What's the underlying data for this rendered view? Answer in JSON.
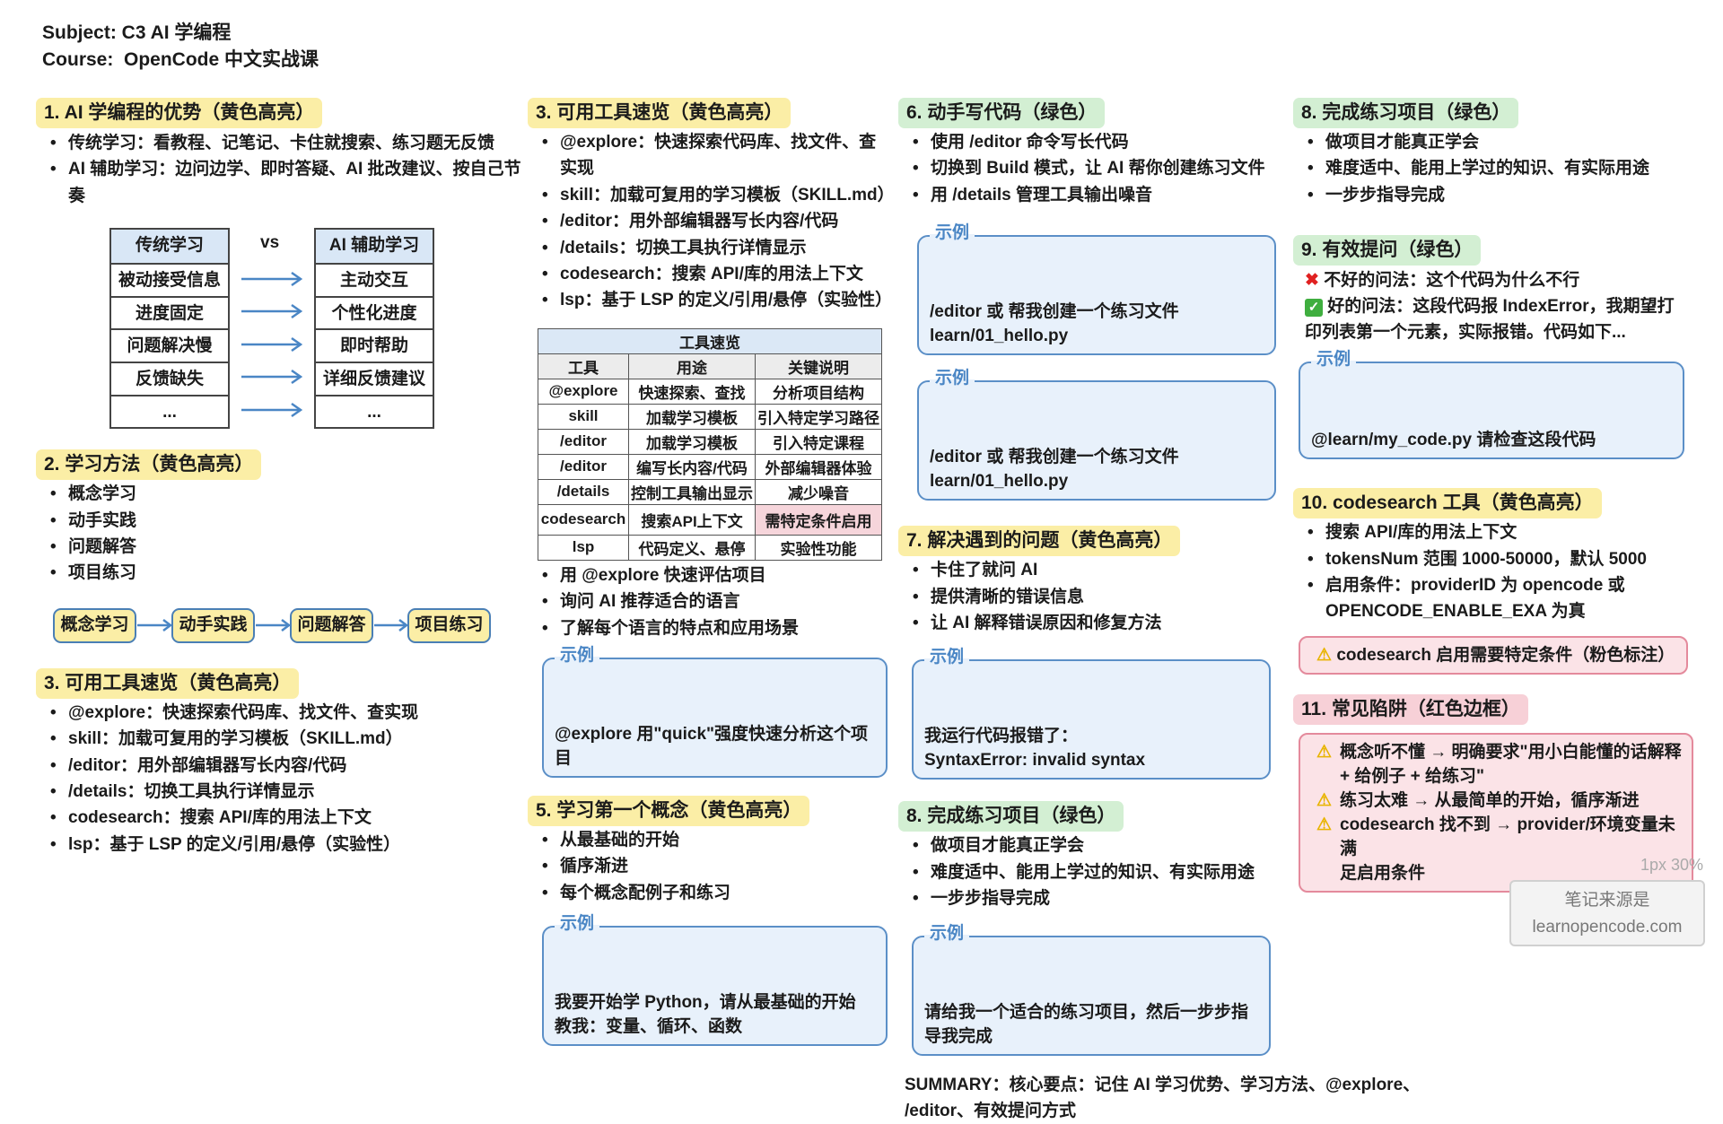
{
  "header": {
    "subject": "Subject: C3 AI 学编程",
    "course": "Course:  OpenCode 中文实战课"
  },
  "s1": {
    "title": "1. AI 学编程的优势（黄色高亮）",
    "bullets": [
      "传统学习：看教程、记笔记、卡住就搜索、练习题无反馈",
      "AI 辅助学习：边问边学、即时答疑、AI 批改建议、按自己节奏"
    ],
    "compare": {
      "left_header": "传统学习",
      "right_header": "AI 辅助学习",
      "vs": "vs",
      "left": [
        "被动接受信息",
        "进度固定",
        "问题解决慢",
        "反馈缺失",
        "..."
      ],
      "right": [
        "主动交互",
        "个性化进度",
        "即时帮助",
        "详细反馈建议",
        "..."
      ]
    }
  },
  "s2": {
    "title": "2. 学习方法（黄色高亮）",
    "bullets": [
      "概念学习",
      "动手实践",
      "问题解答",
      "项目练习"
    ],
    "flow": [
      "概念学习",
      "动手实践",
      "问题解答",
      "项目练习"
    ]
  },
  "s3a": {
    "title": "3. 可用工具速览（黄色高亮）",
    "bullets": [
      "@explore：快速探索代码库、找文件、查实现",
      "skill：加载可复用的学习模板（SKILL.md）",
      "/editor：用外部编辑器写长内容/代码",
      "/details：切换工具执行详情显示",
      "codesearch：搜索 API/库的用法上下文",
      "lsp：基于 LSP 的定义/引用/悬停（实验性）"
    ]
  },
  "s3b": {
    "title": "3. 可用工具速览（黄色高亮）",
    "bullets": [
      "@explore：快速探索代码库、找文件、查实现",
      "skill：加载可复用的学习模板（SKILL.md）",
      "/editor：用外部编辑器写长内容/代码",
      "/details：切换工具执行详情显示",
      "codesearch：搜索 API/库的用法上下文",
      "lsp：基于 LSP 的定义/引用/悬停（实验性）"
    ],
    "table": {
      "title": "工具速览",
      "headers": [
        "工具",
        "用途",
        "关键说明"
      ],
      "rows": [
        [
          "@explore",
          "快速探索、查找",
          "分析项目结构"
        ],
        [
          "skill",
          "加载学习模板",
          "引入特定学习路径"
        ],
        [
          "/editor",
          "加载学习模板",
          "引入特定课程"
        ],
        [
          "/editor",
          "编写长内容/代码",
          "外部编辑器体验"
        ],
        [
          "/details",
          "控制工具输出显示",
          "减少噪音"
        ],
        [
          "codesearch",
          "搜索API上下文",
          "需特定条件启用"
        ],
        [
          "lsp",
          "代码定义、悬停",
          "实验性功能"
        ]
      ]
    },
    "bullets2": [
      "用 @explore 快速评估项目",
      "询问 AI 推荐适合的语言",
      "了解每个语言的特点和应用场景"
    ],
    "example": {
      "label": "示例",
      "text": "@explore 用\"quick\"强度快速分析这个项目"
    }
  },
  "s5": {
    "title": "5. 学习第一个概念（黄色高亮）",
    "bullets": [
      "从最基础的开始",
      "循序渐进",
      "每个概念配例子和练习"
    ],
    "example": {
      "label": "示例",
      "text": "我要开始学 Python，请从最基础的开始\n教我：变量、循环、函数"
    }
  },
  "s6": {
    "title": "6. 动手写代码（绿色）",
    "bullets": [
      "使用 /editor 命令写长代码",
      "切换到 Build 模式，让 AI 帮你创建练习文件",
      "用 /details 管理工具输出噪音"
    ],
    "examples": [
      {
        "label": "示例",
        "text": "/editor 或 帮我创建一个练习文件\nlearn/01_hello.py"
      },
      {
        "label": "示例",
        "text": "/editor 或 帮我创建一个练习文件\nlearn/01_hello.py"
      }
    ]
  },
  "s7": {
    "title": "7. 解决遇到的问题（黄色高亮）",
    "bullets": [
      "卡住了就问 AI",
      "提供清晰的错误信息",
      "让 AI 解释错误原因和修复方法"
    ],
    "example": {
      "label": "示例",
      "text": "我运行代码报错了：\nSyntaxError: invalid syntax"
    }
  },
  "s8a": {
    "title": "8. 完成练习项目（绿色）",
    "bullets": [
      "做项目才能真正学会",
      "难度适中、能用上学过的知识、有实际用途",
      "一步步指导完成"
    ],
    "example": {
      "label": "示例",
      "text": "请给我一个适合的练习项目，然后一步步指\n导我完成"
    }
  },
  "summary": "SUMMARY：核心要点：记住 AI 学习优势、学习方法、@explore、\n/editor、有效提问方式",
  "s8b": {
    "title": "8. 完成练习项目（绿色）",
    "bullets": [
      "做项目才能真正学会",
      "难度适中、能用上学过的知识、有实际用途",
      "一步步指导完成"
    ]
  },
  "s9": {
    "title": "9. 有效提问（绿色）",
    "bad": "不好的问法：这个代码为什么不行",
    "good": "好的问法：这段代码报 IndexError，我期望打",
    "good_cont": "印列表第一个元素，实际报错。代码如下...",
    "example": {
      "label": "示例",
      "text": "@learn/my_code.py 请检查这段代码"
    }
  },
  "s10": {
    "title": "10. codesearch 工具（黄色高亮）",
    "bullets": [
      "搜索 API/库的用法上下文",
      "tokensNum 范围 1000-50000，默认 5000",
      "启用条件：providerID 为 opencode 或\nOPENCODE_ENABLE_EXA 为真"
    ],
    "warning": "codesearch 启用需要特定条件（粉色标注）"
  },
  "s11": {
    "title": "11. 常见陷阱（红色边框）",
    "items": [
      "概念听不懂 → 明确要求\"用小白能懂的话解释\n+ 给例子 + 给练习\"",
      "练习太难 → 从最简单的开始，循序渐进",
      "codesearch 找不到 → provider/环境变量未满\n足启用条件"
    ]
  },
  "watermark": {
    "note": "1px 30%",
    "line1": "笔记来源是",
    "line2": "learnopencode.com"
  },
  "colors": {
    "yellow": "#fbeea6",
    "green": "#d3efd3",
    "pink": "#f7d0d7",
    "example_border": "#5b8fc7"
  }
}
